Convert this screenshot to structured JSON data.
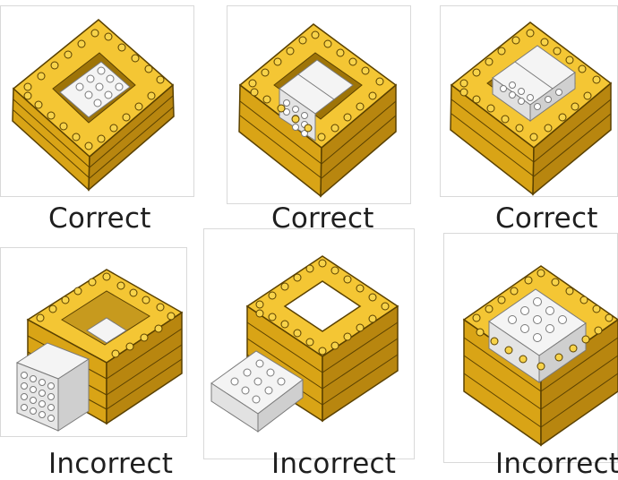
{
  "panels": [
    {
      "id": "p1",
      "caption": "Correct"
    },
    {
      "id": "p2",
      "caption": "Correct"
    },
    {
      "id": "p3",
      "caption": "Correct"
    },
    {
      "id": "p4",
      "caption": "Incorrect"
    },
    {
      "id": "p5",
      "caption": "Incorrect"
    },
    {
      "id": "p6",
      "caption": "Incorrect"
    }
  ],
  "colors": {
    "frame_top": "#f4c634",
    "frame_left": "#d9a416",
    "frame_right": "#b8860f",
    "stud": "#f7d34a",
    "line": "#5a4100",
    "white_top": "#f4f4f4",
    "white_side": "#d8d8d8",
    "white_line": "#7a7a7a"
  }
}
